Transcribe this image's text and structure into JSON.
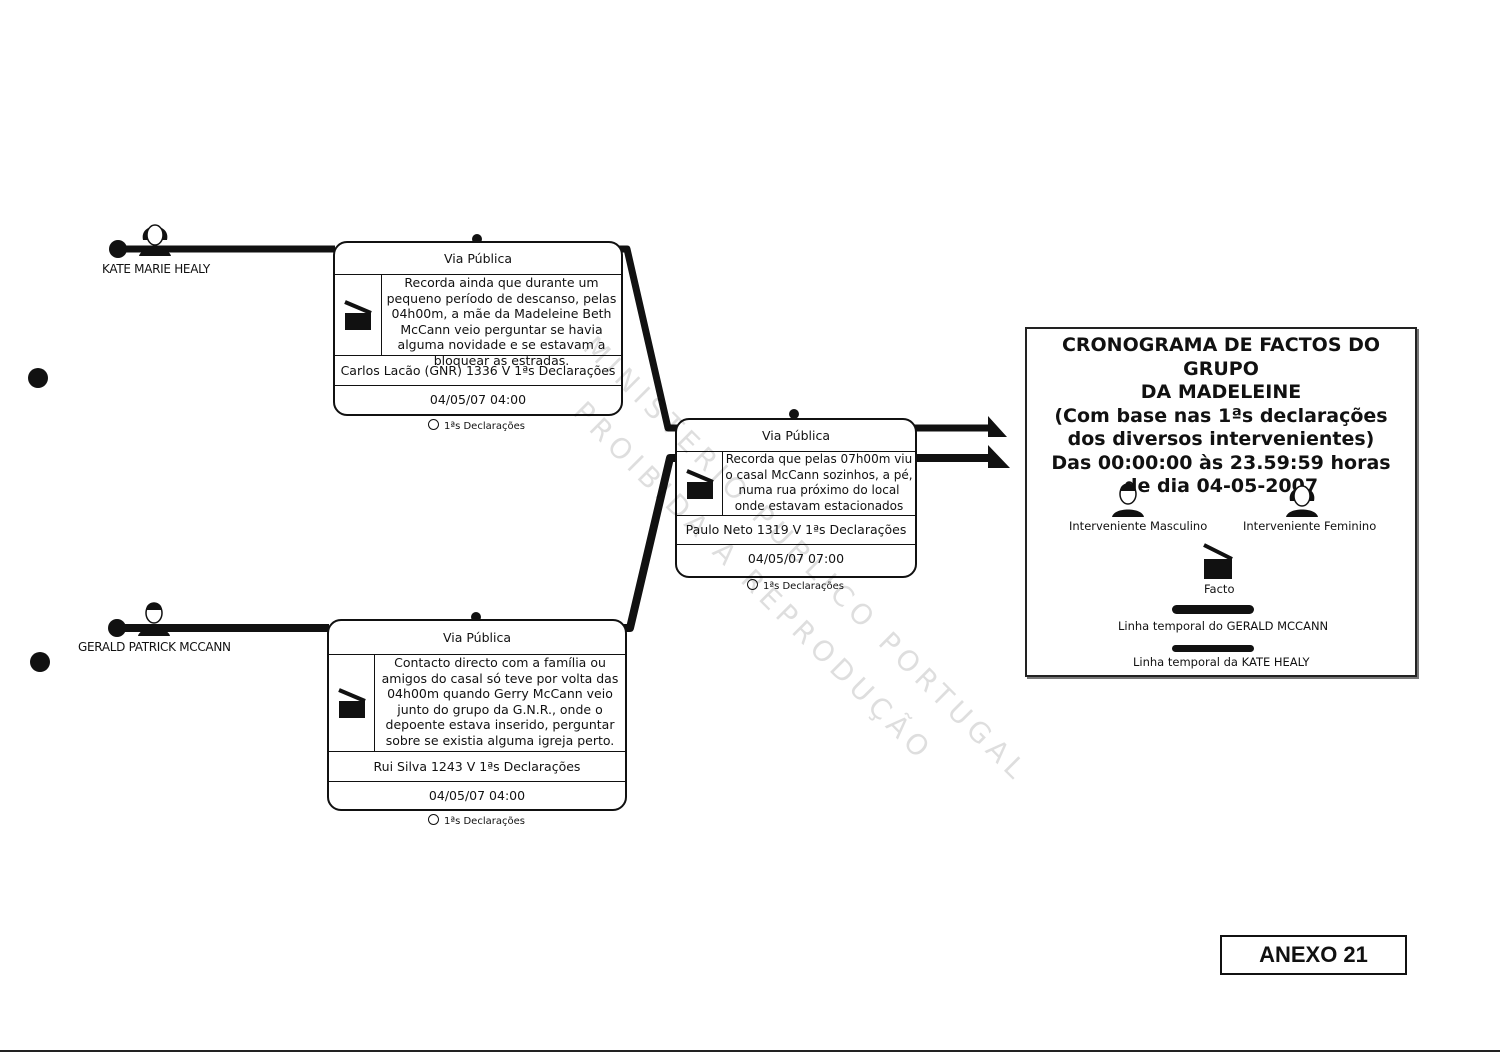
{
  "actors": [
    {
      "name": "KATE MARIE HEALY",
      "gender": "female"
    },
    {
      "name": "GERALD PATRICK MCCANN",
      "gender": "male"
    }
  ],
  "events": [
    {
      "location": "Via Pública",
      "description": "Recorda ainda que durante um pequeno período de descanso, pelas 04h00m, a mãe da Madeleine Beth McCann veio perguntar se havia alguma novidade e se estavam a bloquear as estradas.",
      "source": "Carlos Lacão (GNR) 1336 V 1ªs Declarações",
      "datetime": "04/05/07 04:00",
      "caption": "1ªs Declarações"
    },
    {
      "location": "Via Pública",
      "description": "Contacto directo com a família ou amigos do casal só teve por volta das 04h00m quando Gerry McCann veio junto do grupo da G.N.R., onde o depoente estava inserido, perguntar sobre se existia alguma igreja perto.",
      "source": "Rui Silva 1243 V 1ªs Declarações",
      "datetime": "04/05/07 04:00",
      "caption": "1ªs Declarações"
    },
    {
      "location": "Via Pública",
      "description": "Recorda que pelas 07h00m viu o casal McCann sozinhos, a pé, numa rua próximo do local onde estavam estacionados",
      "source": "Paulo Neto 1319 V 1ªs Declarações",
      "datetime": "04/05/07 07:00",
      "caption": "1ªs Declarações"
    }
  ],
  "legend": {
    "title_lines": [
      "CRONOGRAMA DE FACTOS DO GRUPO",
      "DA MADELEINE",
      "(Com base nas 1ªs declarações",
      "dos diversos intervenientes)",
      "Das 00:00:00 às 23.59:59 horas",
      "de dia 04-05-2007"
    ],
    "male_label": "Interveniente Masculino",
    "female_label": "Interveniente Feminino",
    "fact_label": "Facto",
    "gerald_line_label": "Linha temporal do GERALD MCCANN",
    "kate_line_label": "Linha temporal da KATE HEALY"
  },
  "annex": "ANEXO 21",
  "watermark": [
    "MINISTERIO PUBLICO PORTUGAL",
    "PROIBIDA A REPRODUÇÃO"
  ]
}
